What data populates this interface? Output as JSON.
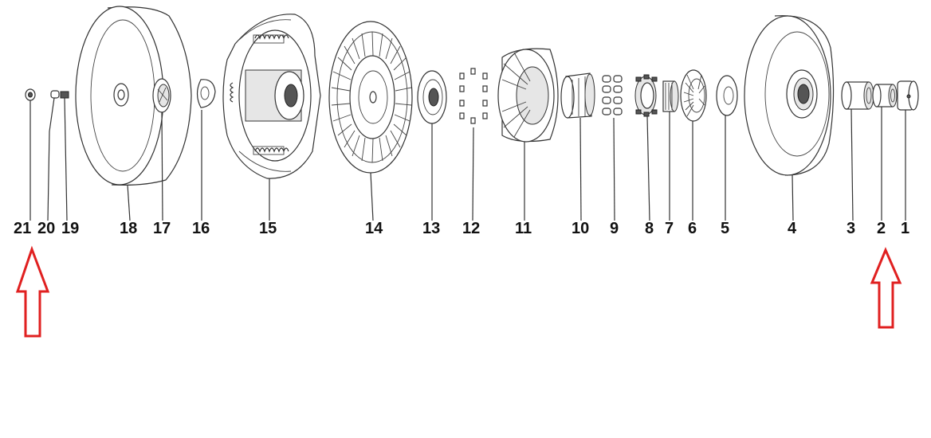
{
  "figure": {
    "part_labels": [
      "21",
      "20",
      "19",
      "18",
      "17",
      "16",
      "15",
      "14",
      "13",
      "12",
      "11",
      "10",
      "9",
      "8",
      "7",
      "6",
      "5",
      "4",
      "3",
      "2",
      "1"
    ],
    "highlight_arrows": [
      {
        "points_to": "21",
        "color": "#e02020"
      },
      {
        "points_to": "2",
        "color": "#e02020"
      }
    ],
    "line_color": "#333333"
  }
}
